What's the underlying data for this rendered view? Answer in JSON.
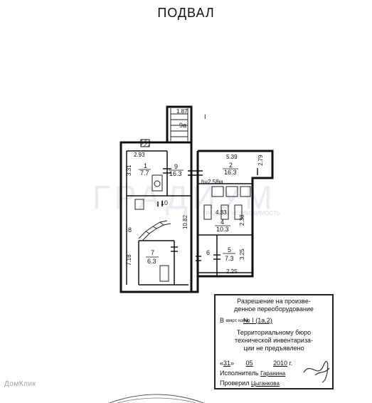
{
  "title": "ПОДВАЛ",
  "rooms": [
    {
      "num": "1",
      "area": "7.7"
    },
    {
      "num": "2",
      "area": "16.3"
    },
    {
      "num": "4",
      "area": "10.3"
    },
    {
      "num": "5",
      "area": "7.3"
    },
    {
      "num": "6",
      "area": ""
    },
    {
      "num": "7",
      "area": "6.3"
    },
    {
      "num": "8",
      "area": ""
    },
    {
      "num": "9",
      "area": "16.3"
    },
    {
      "num": "9a",
      "area": ""
    },
    {
      "num": "10",
      "area": ""
    }
  ],
  "dimensions": [
    "1.87",
    "2.93",
    "3.31",
    "5.39",
    "2.79",
    "h=2.58м",
    "4.33",
    "2.38",
    "10.82",
    "7.18",
    "3.25",
    "2.25"
  ],
  "section_mark": "I",
  "watermark": {
    "main": "ГРАДИУМ",
    "sub": "ГРАДИУМ НЕДВИЖИМОСТЬ"
  },
  "stamp": {
    "line1": "Разрешение на произве-",
    "line2": "денное переоборудование",
    "kvart_prefix": "В",
    "kvart_label": "квярт. комн.",
    "kvart_value": "№ I (1а,2)",
    "line4": "Территориальному бюро",
    "line5": "технической инвентариза-",
    "line6": "ции не предъявлено",
    "day": "31",
    "month": "05",
    "year": "2010",
    "year_suffix": "г.",
    "executor_label": "Исполнитель",
    "executor_name": "Гаранина",
    "checker_label": "Проверил",
    "checker_name": "Цыганкова"
  },
  "corner_logo": "ДомКлик"
}
